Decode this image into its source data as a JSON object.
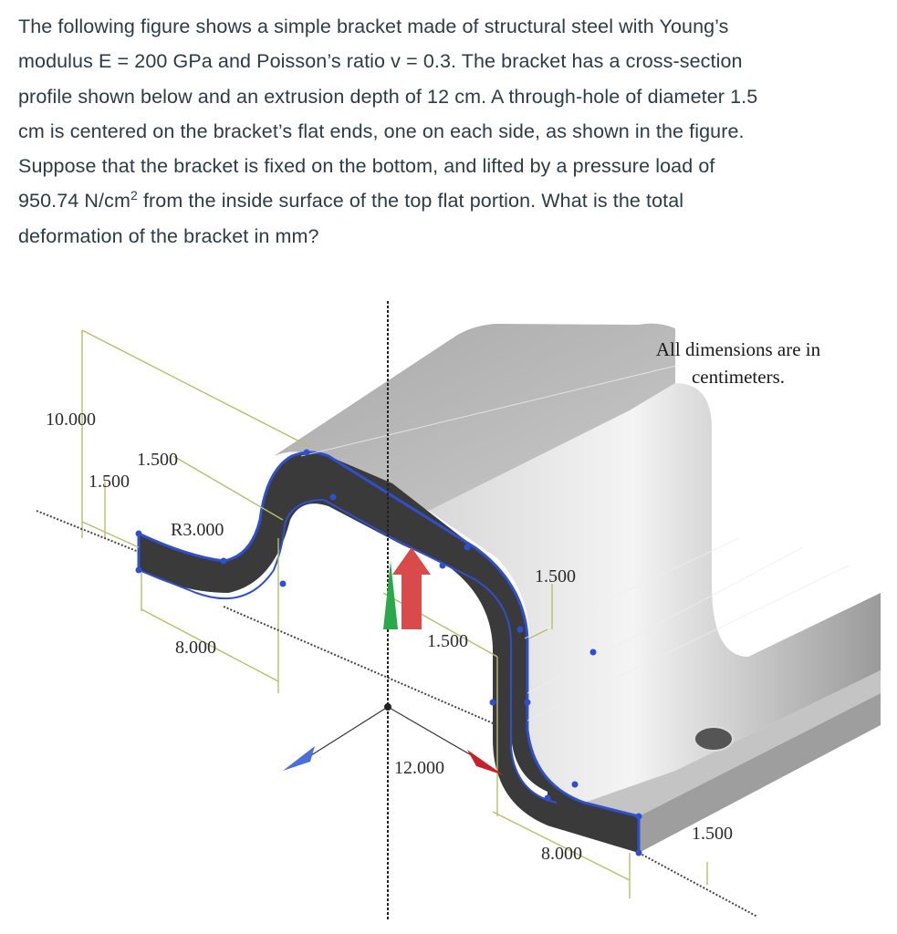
{
  "question": {
    "line1": "The following figure shows a simple bracket made of structural steel with Young’s",
    "line2": "modulus E = 200 GPa and Poisson’s ratio v = 0.3. The bracket has a cross-section",
    "line3": "profile shown below and an extrusion depth of 12 cm. A through-hole of diameter 1.5",
    "line4": "cm is centered on the bracket’s flat ends, one on each side, as shown in the figure.",
    "line5": "Suppose that the bracket is fixed on the bottom, and lifted by a pressure load of",
    "line6_before_sup": "950.74 N/cm",
    "line6_sup": "2",
    "line6_after_sup": " from the inside surface of the top flat portion. What is the total",
    "line7": "deformation of the bracket in mm?"
  },
  "figure": {
    "note_line1": "All dimensions are in",
    "note_line2": "centimeters.",
    "dim_height": "10.000",
    "dim_thickness_a": "1.500",
    "dim_thickness_b": "1.500",
    "dim_radius": "R3.000",
    "dim_flat_left": "8.000",
    "dim_center_gap": "1.500",
    "dim_thickness_right": "1.500",
    "dim_depth": "12.000",
    "dim_flat_right": "8.000",
    "dim_hole_offset": "1.500"
  },
  "colors": {
    "text": "#2d3b45",
    "face_gray": "#bdbdbd",
    "section_dark": "#3a3a3a",
    "edge_blue": "#2f4fd0",
    "dim_line": "#b5bf6a",
    "arrow_red": "#d94b4b",
    "arrow_green": "#2aa84a"
  }
}
